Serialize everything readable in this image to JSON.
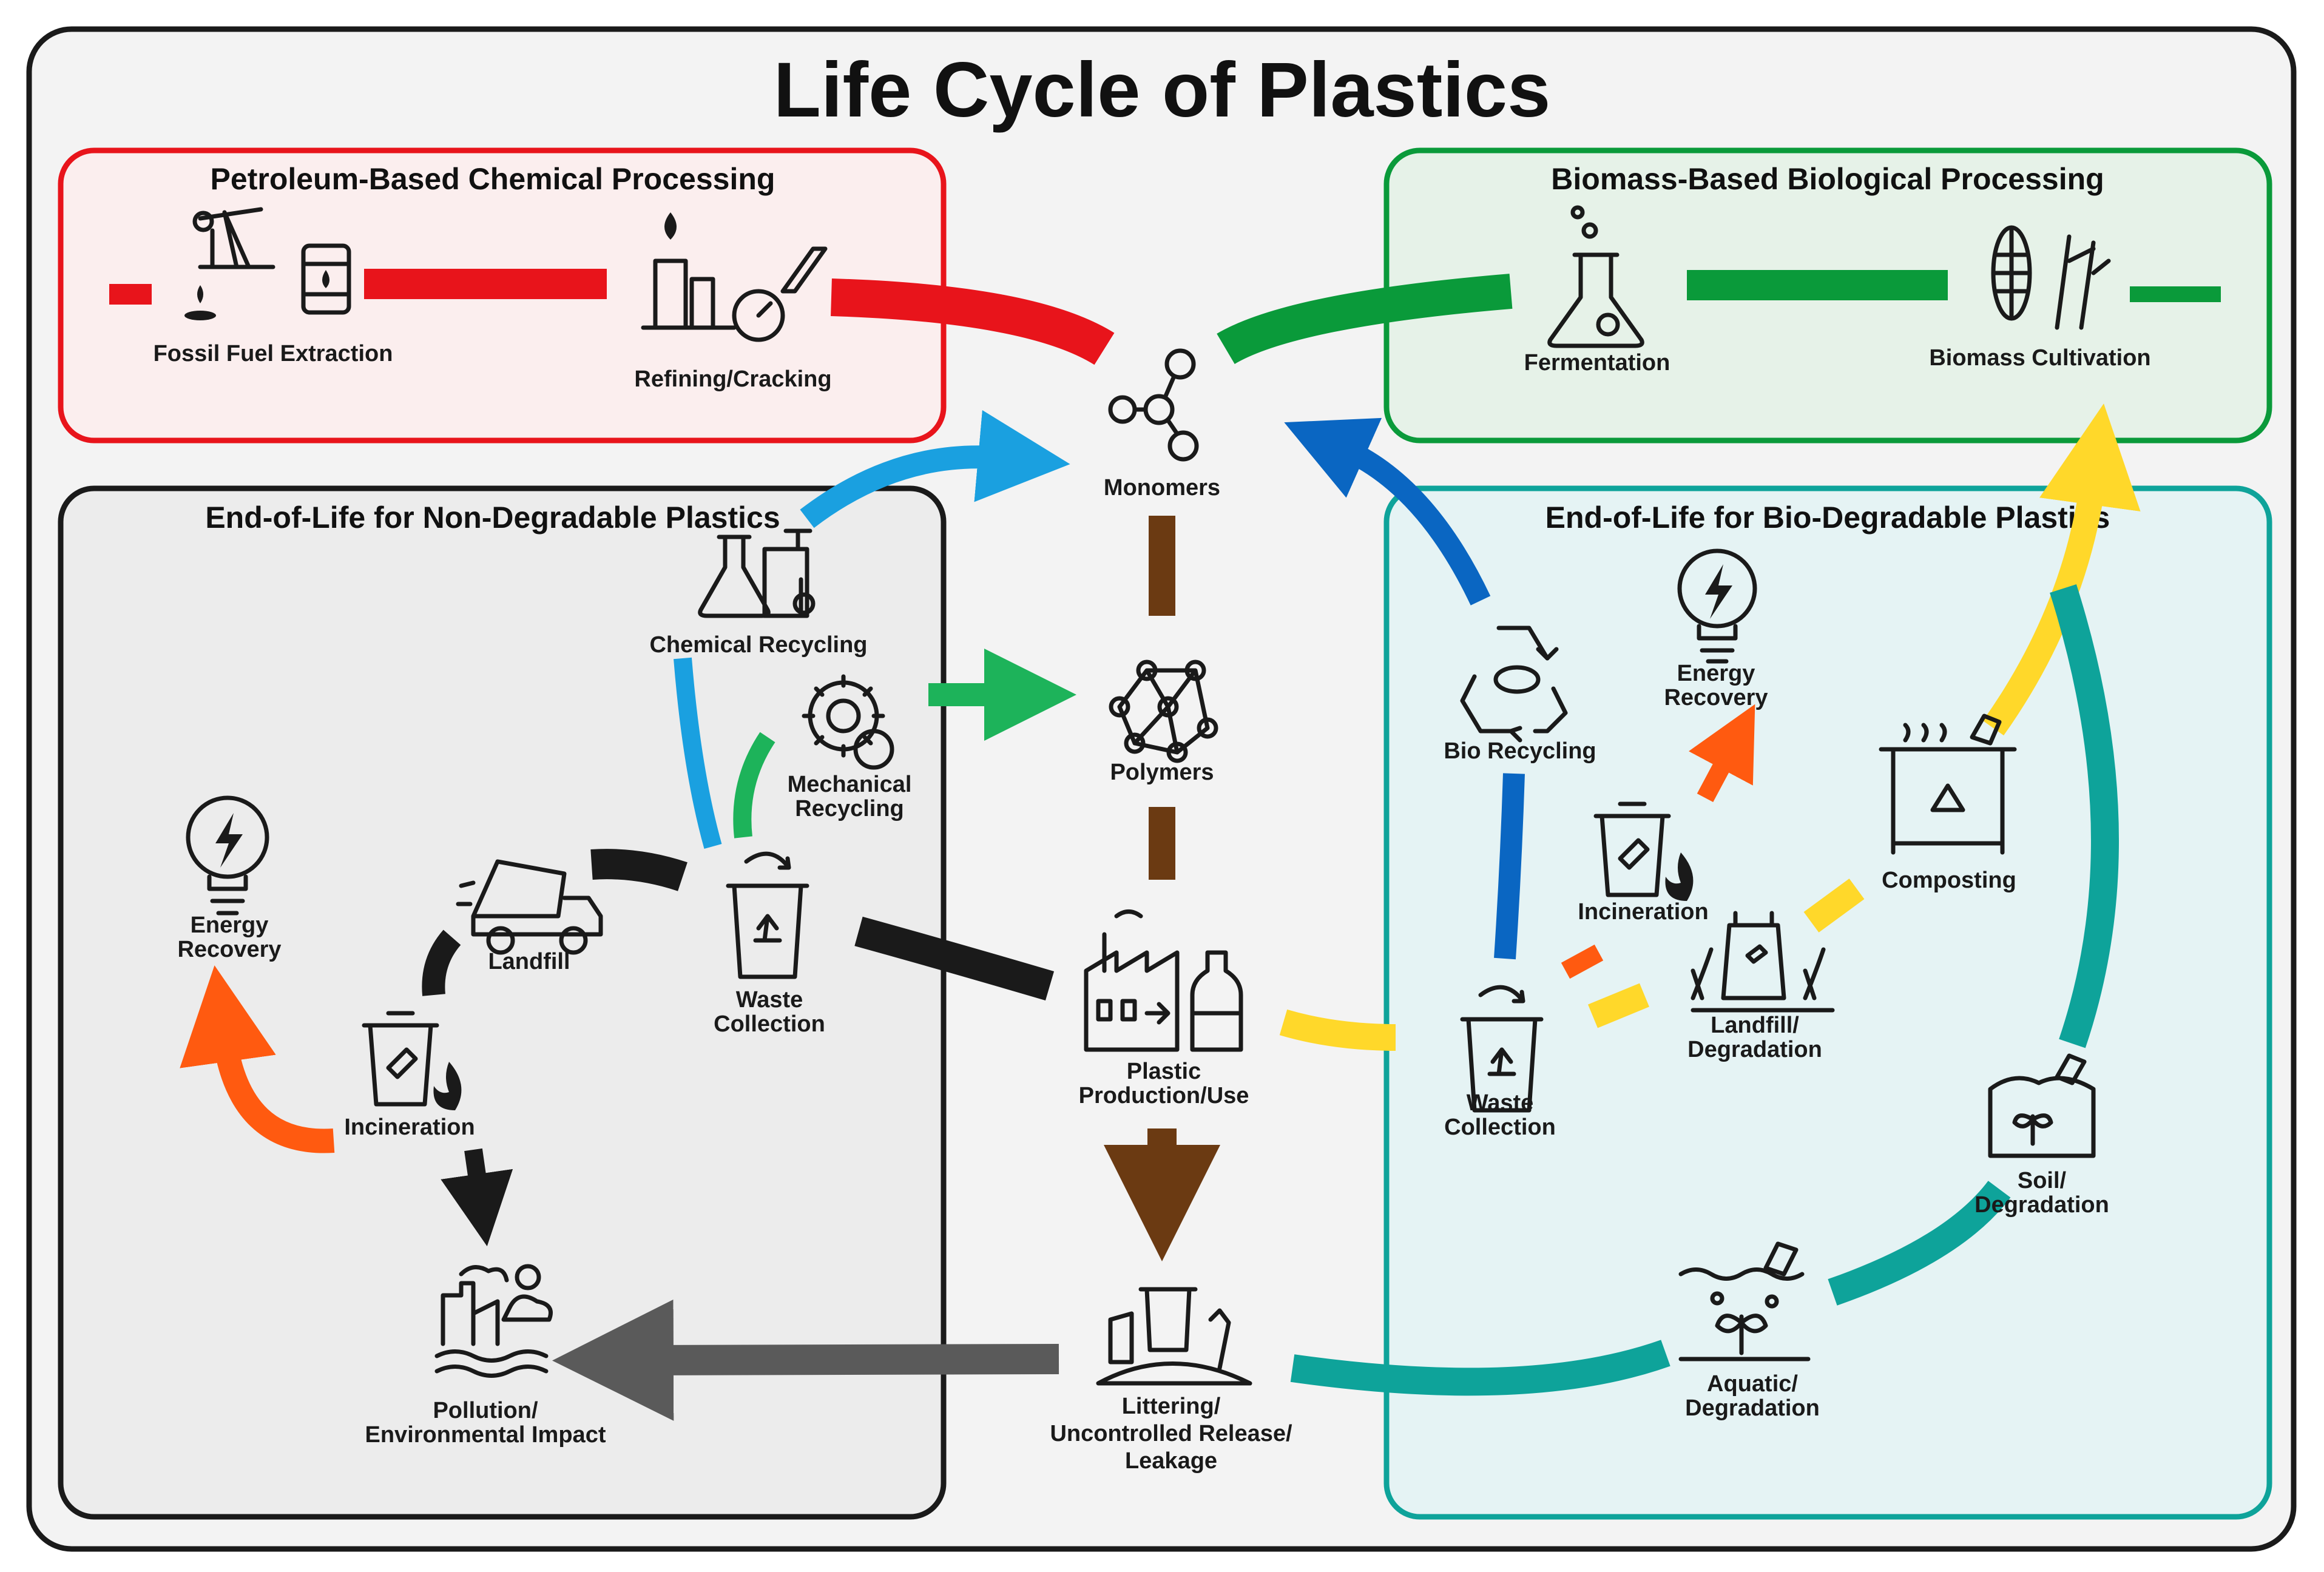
{
  "title": "Life Cycle of Plastics",
  "sections": {
    "petroleum": "Petroleum-Based Chemical Processing",
    "biomass": "Biomass-Based Biological Processing",
    "non_degradable": "End-of-Life for Non-Degradable Plastics",
    "bio_degradable": "End-of-Life for Bio-Degradable Plastics"
  },
  "nodes": {
    "fossil_fuel_extraction": "Fossil Fuel Extraction",
    "refining_cracking": "Refining/Cracking",
    "fermentation": "Fermentation",
    "biomass_cultivation": "Biomass Cultivation",
    "monomers": "Monomers",
    "polymers": "Polymers",
    "plastic_production": [
      "Plastic",
      "Production/Use"
    ],
    "littering": [
      "Littering/",
      "Uncontrolled Release/",
      "Leakage"
    ],
    "chemical_recycling": "Chemical Recycling",
    "mechanical_recycling": [
      "Mechanical",
      "Recycling"
    ],
    "energy_recovery_left": [
      "Energy",
      "Recovery"
    ],
    "landfill_left": "Landfill",
    "waste_collection_left": [
      "Waste",
      "Collection"
    ],
    "incineration_left": "Incineration",
    "pollution": [
      "Pollution/",
      "Environmental Impact"
    ],
    "bio_recycling": "Bio Recycling",
    "energy_recovery_right": [
      "Energy",
      "Recovery"
    ],
    "incineration_right": "Incineration",
    "composting": "Composting",
    "landfill_degradation": [
      "Landfill/",
      "Degradation"
    ],
    "waste_collection_right": [
      "Waste",
      "Collection"
    ],
    "soil_degradation": [
      "Soil/",
      "Degradation"
    ],
    "aquatic_degradation": [
      "Aquatic/",
      "Degradation"
    ]
  },
  "colors": {
    "petroleum_flow": "#e8141b",
    "biomass_flow": "#0a9a3a",
    "mechanical_recycling_flow": "#1db35a",
    "chemical_recycling_flow": "#1aa0e0",
    "bio_recycling_flow": "#0a66c2",
    "main_flow": "#6b3a12",
    "disposal_flow": "#1a1a1a",
    "energy_recovery_flow": "#ff5a10",
    "compost_flow": "#ffd82a",
    "degradation_flow": "#0ea39a",
    "leakage_flow": "#5a5a5a"
  }
}
